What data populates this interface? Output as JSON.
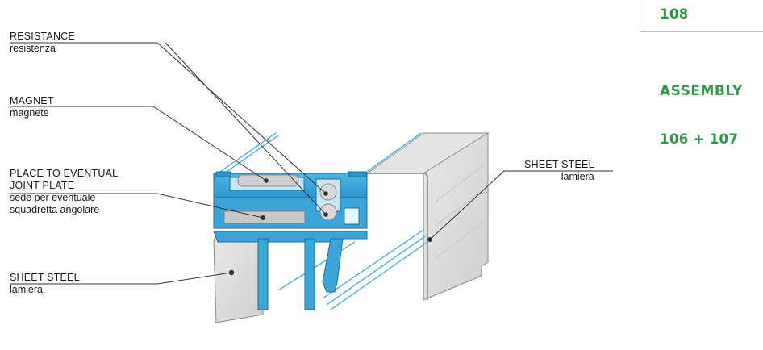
{
  "page_number": "108",
  "side_title": "ASSEMBLY",
  "side_refs": "106 + 107",
  "labels": {
    "resistance": {
      "en": "RESISTANCE",
      "it": "resistenza"
    },
    "magnet": {
      "en": "MAGNET",
      "it": "magnete"
    },
    "joint_plate": {
      "en1": "PLACE TO EVENTUAL",
      "en2": "JOINT PLATE",
      "it1": "sede per eventuale",
      "it2": "squadretta angolare"
    },
    "sheet_steel_left": {
      "en": "SHEET STEEL",
      "it": "lamiera"
    },
    "sheet_steel_right": {
      "en": "SHEET STEEL",
      "it": "lamiera"
    }
  },
  "colors": {
    "accent_green": "#2e9a47",
    "profile_blue": "#3aa7dc",
    "sheet_grey": "#dcdcdc"
  }
}
